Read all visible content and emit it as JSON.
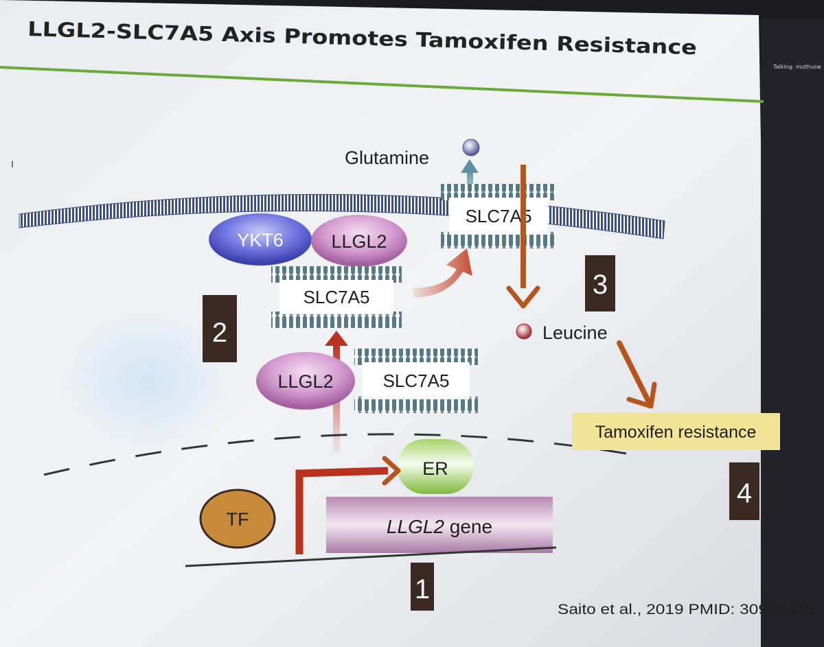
{
  "slide": {
    "title": "LLGL2-SLC7A5 Axis Promotes Tamoxifen Resistance",
    "meeting_banner": "Talking: muthusw",
    "stray_mark": "I",
    "citation": "Saito et al., 2019 PMID: 30996345"
  },
  "diagram": {
    "glutamine_label": "Glutamine",
    "leucine_label": "Leucine",
    "slc7a5_membrane_label": "SLC7A5",
    "ykt6_label": "YKT6",
    "llgl2_top_label": "LLGL2",
    "slc7a5_complex_label": "SLC7A5",
    "llgl2_bottom_label": "LLGL2",
    "slc7a5_free_label": "SLC7A5",
    "er_label": "ER",
    "tf_label": "TF",
    "gene_label_italic": "LLGL2",
    "gene_label_rest": " gene",
    "outcome_label": "Tamoxifen resistance",
    "steps": [
      "1",
      "2",
      "3",
      "4"
    ]
  },
  "colors": {
    "accent_line": "#6aa83a",
    "step_box": "#3a2a22",
    "arrow_brown": "#b5561f",
    "arrow_red": "#b8321f",
    "outcome_bg": "#f1e496",
    "tf_fill": "#c98a3a"
  }
}
